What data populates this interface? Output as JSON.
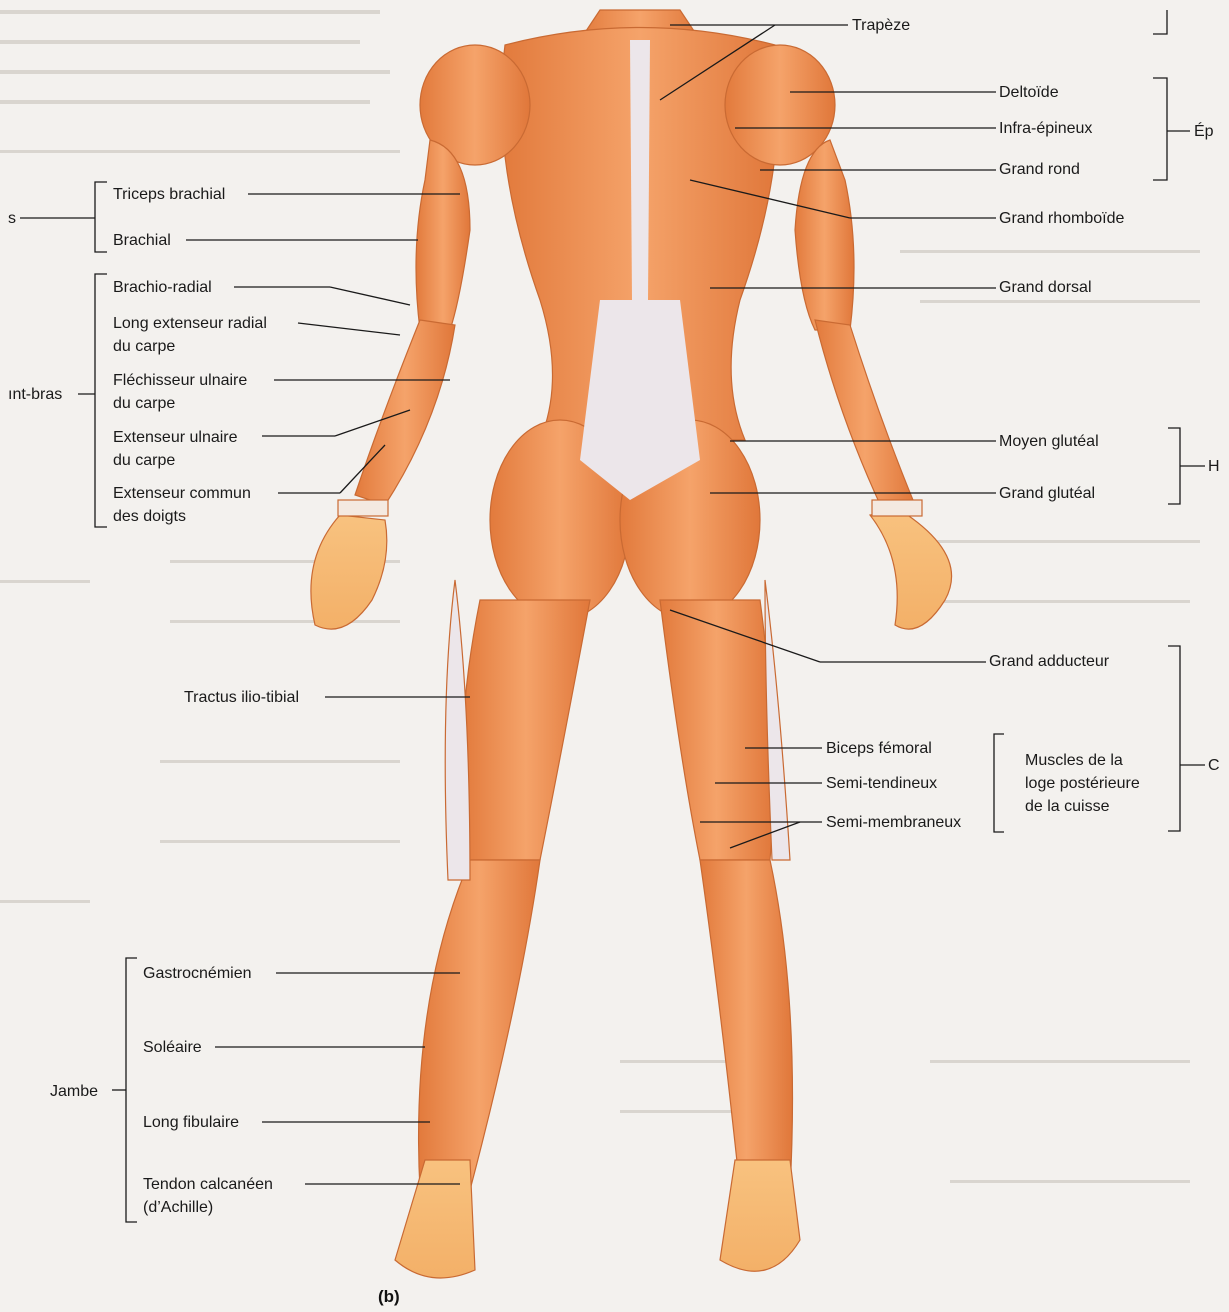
{
  "labels_right": {
    "trapeze": "Trapèze",
    "deltoide": "Deltoïde",
    "infra_epineux": "Infra-épineux",
    "grand_rond": "Grand rond",
    "grand_rhomboide": "Grand rhomboïde",
    "grand_dorsal": "Grand dorsal",
    "moyen_gluteal": "Moyen glutéal",
    "grand_gluteal": "Grand glutéal",
    "grand_adducteur": "Grand adducteur",
    "biceps_femoral": "Biceps fémoral",
    "semi_tendineux": "Semi-tendineux",
    "semi_membraneux": "Semi-membraneux",
    "loge_line1": "Muscles de la",
    "loge_line2": "loge postérieure",
    "loge_line3": "de la cuisse"
  },
  "labels_left": {
    "triceps_brachial": "Triceps brachial",
    "brachial": "Brachial",
    "brachio_radial": "Brachio-radial",
    "long_ext_1": "Long extenseur radial",
    "long_ext_2": "du carpe",
    "flechisseur_1": "Fléchisseur ulnaire",
    "flechisseur_2": "du carpe",
    "ext_ulnaire_1": "Extenseur ulnaire",
    "ext_ulnaire_2": "du carpe",
    "ext_commun_1": "Extenseur commun",
    "ext_commun_2": "des doigts",
    "tractus": "Tractus ilio-tibial",
    "gastrocnemien": "Gastrocnémien",
    "soleaire": "Soléaire",
    "long_fibulaire": "Long fibulaire",
    "tendon_1": "Tendon calcanéen",
    "tendon_2": "(d’Achille)"
  },
  "groups": {
    "bras_partial": "s",
    "avant_bras_partial": "ınt-bras",
    "jambe": "Jambe",
    "epaule_partial": "Ép",
    "hanche_partial": "H",
    "cuisse_partial": "C"
  },
  "figure_tag": "(b)"
}
